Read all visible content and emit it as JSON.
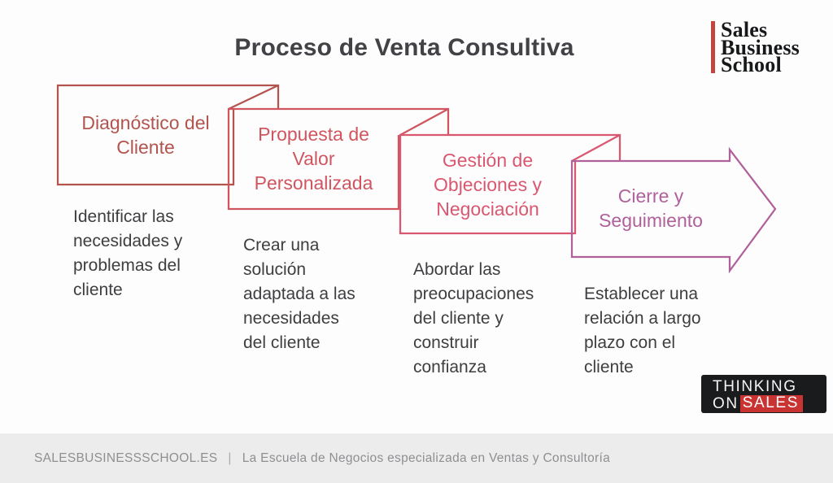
{
  "title": "Proceso de Venta Consultiva",
  "brand_logo": {
    "line1": "Sales",
    "line2": "Business",
    "line3": "School",
    "bar_color": "#c2453e"
  },
  "stages": [
    {
      "heading": "Diagnóstico del\nCliente",
      "description": "Identificar las\nnecesidades y\nproblemas del\ncliente",
      "color": "#b3544e"
    },
    {
      "heading": "Propuesta de\nValor\nPersonalizada",
      "description": "Crear una\nsolución\nadaptada a las\nnecesidades\ndel cliente",
      "color": "#d0555f"
    },
    {
      "heading": "Gestión de\nObjeciones y\nNegociación",
      "description": "Abordar las\npreocupaciones\ndel cliente y\nconstruir\nconfianza",
      "color": "#da5770"
    },
    {
      "heading": "Cierre y\nSeguimiento",
      "description": "Establecer una\nrelación a largo\nplazo con el\ncliente",
      "color": "#b0609a"
    }
  ],
  "badge": {
    "line1": "THINKING",
    "on": "ON",
    "sales": "SALES",
    "bg_color": "#1a1b1d",
    "accent_color": "#c93432"
  },
  "footer": {
    "site": "SALESBUSINESSSCHOOL.ES",
    "separator": "|",
    "tagline": "La Escuela de Negocios especializada en Ventas y Consultoría"
  },
  "colors": {
    "body_text": "#3e3e41",
    "title_text": "#424246",
    "footer_bg": "#ececec",
    "footer_text": "#8f8f92",
    "background": "#fdfdfd"
  }
}
